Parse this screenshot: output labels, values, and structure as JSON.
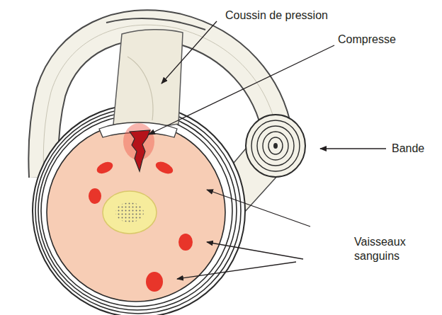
{
  "diagram": {
    "labels": [
      "Coussin de pression",
      "Compresse",
      "Bande",
      "Vaisseaux sanguins"
    ]
  }
}
